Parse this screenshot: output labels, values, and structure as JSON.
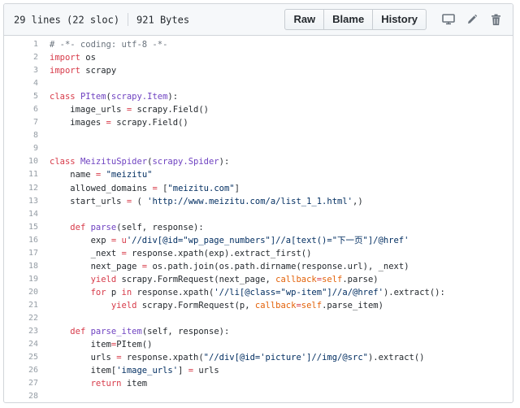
{
  "file_info": {
    "lines": "29 lines (22 sloc)",
    "size": "921 Bytes"
  },
  "actions": {
    "raw": "Raw",
    "blame": "Blame",
    "history": "History"
  },
  "icons": [
    "desktop-icon",
    "pencil-icon",
    "trash-icon"
  ],
  "code_lines": [
    {
      "n": "1",
      "t": [
        [
          "c",
          "# -*- coding: utf-8 -*-"
        ]
      ]
    },
    {
      "n": "2",
      "t": [
        [
          "k",
          "import"
        ],
        [
          "p",
          " os"
        ]
      ]
    },
    {
      "n": "3",
      "t": [
        [
          "k",
          "import"
        ],
        [
          "p",
          " scrapy"
        ]
      ]
    },
    {
      "n": "4",
      "t": []
    },
    {
      "n": "5",
      "t": [
        [
          "k",
          "class"
        ],
        [
          "p",
          " "
        ],
        [
          "e",
          "PItem"
        ],
        [
          "p",
          "("
        ],
        [
          "e",
          "scrapy.Item"
        ],
        [
          "p",
          "):"
        ]
      ]
    },
    {
      "n": "6",
      "t": [
        [
          "p",
          "    image_urls "
        ],
        [
          "k",
          "="
        ],
        [
          "p",
          " scrapy.Field()"
        ]
      ]
    },
    {
      "n": "7",
      "t": [
        [
          "p",
          "    images "
        ],
        [
          "k",
          "="
        ],
        [
          "p",
          " scrapy.Field()"
        ]
      ]
    },
    {
      "n": "8",
      "t": []
    },
    {
      "n": "9",
      "t": []
    },
    {
      "n": "10",
      "t": [
        [
          "k",
          "class"
        ],
        [
          "p",
          " "
        ],
        [
          "e",
          "MeizituSpider"
        ],
        [
          "p",
          "("
        ],
        [
          "e",
          "scrapy.Spider"
        ],
        [
          "p",
          "):"
        ]
      ]
    },
    {
      "n": "11",
      "t": [
        [
          "p",
          "    name "
        ],
        [
          "k",
          "="
        ],
        [
          "p",
          " "
        ],
        [
          "s",
          "\"meizitu\""
        ]
      ]
    },
    {
      "n": "12",
      "t": [
        [
          "p",
          "    allowed_domains "
        ],
        [
          "k",
          "="
        ],
        [
          "p",
          " ["
        ],
        [
          "s",
          "\"meizitu.com\""
        ],
        [
          "p",
          "]"
        ]
      ]
    },
    {
      "n": "13",
      "t": [
        [
          "p",
          "    start_urls "
        ],
        [
          "k",
          "="
        ],
        [
          "p",
          " ( "
        ],
        [
          "s",
          "'http://www.meizitu.com/a/list_1_1.html'"
        ],
        [
          "p",
          ",)"
        ]
      ]
    },
    {
      "n": "14",
      "t": []
    },
    {
      "n": "15",
      "t": [
        [
          "p",
          "    "
        ],
        [
          "k",
          "def"
        ],
        [
          "p",
          " "
        ],
        [
          "e",
          "parse"
        ],
        [
          "p",
          "(self, response):"
        ]
      ]
    },
    {
      "n": "16",
      "t": [
        [
          "p",
          "        exp "
        ],
        [
          "k",
          "="
        ],
        [
          "p",
          " "
        ],
        [
          "k",
          "u"
        ],
        [
          "s",
          "'//div[@id=\"wp_page_numbers\"]//a[text()=\"下一页\"]/@href'"
        ]
      ]
    },
    {
      "n": "17",
      "t": [
        [
          "p",
          "        _next "
        ],
        [
          "k",
          "="
        ],
        [
          "p",
          " response.xpath(exp).extract_first()"
        ]
      ]
    },
    {
      "n": "18",
      "t": [
        [
          "p",
          "        next_page "
        ],
        [
          "k",
          "="
        ],
        [
          "p",
          " os.path.join(os.path.dirname(response.url), _next)"
        ]
      ]
    },
    {
      "n": "19",
      "t": [
        [
          "p",
          "        "
        ],
        [
          "k",
          "yield"
        ],
        [
          "p",
          " scrapy.FormRequest(next_page, "
        ],
        [
          "v",
          "callback"
        ],
        [
          "k",
          "="
        ],
        [
          "v",
          "self"
        ],
        [
          "p",
          ".parse)"
        ]
      ]
    },
    {
      "n": "20",
      "t": [
        [
          "p",
          "        "
        ],
        [
          "k",
          "for"
        ],
        [
          "p",
          " p "
        ],
        [
          "k",
          "in"
        ],
        [
          "p",
          " response.xpath("
        ],
        [
          "s",
          "'//li[@class=\"wp-item\"]//a/@href'"
        ],
        [
          "p",
          ").extract():"
        ]
      ]
    },
    {
      "n": "21",
      "t": [
        [
          "p",
          "            "
        ],
        [
          "k",
          "yield"
        ],
        [
          "p",
          " scrapy.FormRequest(p, "
        ],
        [
          "v",
          "callback"
        ],
        [
          "k",
          "="
        ],
        [
          "v",
          "self"
        ],
        [
          "p",
          ".parse_item)"
        ]
      ]
    },
    {
      "n": "22",
      "t": []
    },
    {
      "n": "23",
      "t": [
        [
          "p",
          "    "
        ],
        [
          "k",
          "def"
        ],
        [
          "p",
          " "
        ],
        [
          "e",
          "parse_item"
        ],
        [
          "p",
          "(self, response):"
        ]
      ]
    },
    {
      "n": "24",
      "t": [
        [
          "p",
          "        item"
        ],
        [
          "k",
          "="
        ],
        [
          "p",
          "PItem()"
        ]
      ]
    },
    {
      "n": "25",
      "t": [
        [
          "p",
          "        urls "
        ],
        [
          "k",
          "="
        ],
        [
          "p",
          " response.xpath("
        ],
        [
          "s",
          "\"//div[@id='picture']//img/@src\""
        ],
        [
          "p",
          ").extract()"
        ]
      ]
    },
    {
      "n": "26",
      "t": [
        [
          "p",
          "        item["
        ],
        [
          "s",
          "'image_urls'"
        ],
        [
          "p",
          "] "
        ],
        [
          "k",
          "="
        ],
        [
          "p",
          " urls"
        ]
      ]
    },
    {
      "n": "27",
      "t": [
        [
          "p",
          "        "
        ],
        [
          "k",
          "return"
        ],
        [
          "p",
          " item"
        ]
      ]
    },
    {
      "n": "28",
      "t": []
    }
  ]
}
